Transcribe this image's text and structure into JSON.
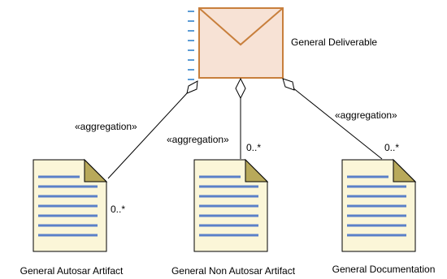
{
  "diagram": {
    "deliverable": {
      "label": "General Deliverable",
      "icon": "envelope-icon",
      "fill_color": "#f7e2d5",
      "border_color": "#c87f3c"
    },
    "artifacts": [
      {
        "label": "General Autosar Artifact",
        "icon": "document-icon"
      },
      {
        "label": "General Non Autosar Artifact",
        "icon": "document-icon"
      },
      {
        "label": "General Documentation",
        "icon": "document-icon"
      }
    ],
    "relations": [
      {
        "stereotype": "«aggregation»",
        "multiplicity": "0..*"
      },
      {
        "stereotype": "«aggregation»",
        "multiplicity": "0..*"
      },
      {
        "stereotype": "«aggregation»",
        "multiplicity": "0..*"
      }
    ],
    "colors": {
      "document_fill": "#fbf6d8",
      "document_lines": "#5b80c8",
      "dash_marker": "#5b9bd5",
      "connector": "#000000"
    }
  }
}
